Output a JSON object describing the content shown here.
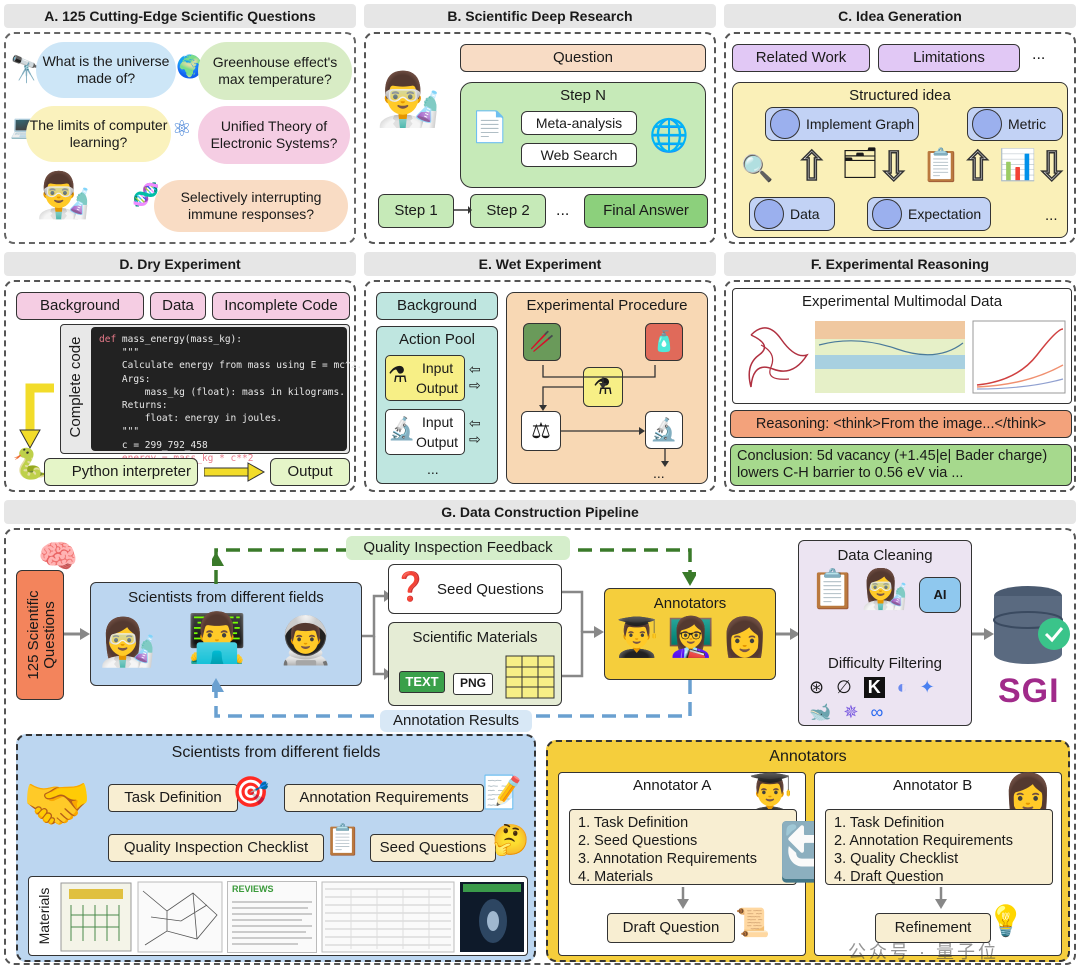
{
  "panelA": {
    "title": "A. 125 Cutting-Edge Scientific Questions",
    "q1": "What is the universe made of?",
    "q2": "Greenhouse effect's max temperature?",
    "q3": "The limits of computer learning?",
    "q4": "Unified Theory of Electronic Systems?",
    "q5": "Selectively interrupting immune responses?"
  },
  "panelB": {
    "title": "B. Scientific Deep Research",
    "question": "Question",
    "stepn": "Step N",
    "meta": "Meta-analysis",
    "web": "Web Search",
    "step1": "Step 1",
    "step2": "Step 2",
    "dots": "...",
    "final": "Final Answer"
  },
  "panelC": {
    "title": "C. Idea Generation",
    "related": "Related Work",
    "limitations": "Limitations",
    "dots": "...",
    "structured": "Structured idea",
    "implement": "Implement Graph",
    "metric": "Metric",
    "data": "Data",
    "expectation": "Expectation",
    "dots2": "..."
  },
  "panelD": {
    "title": "D. Dry Experiment",
    "background": "Background",
    "data": "Data",
    "incomplete": "Incomplete Code",
    "complete": "Complete code",
    "python": "Python interpreter",
    "output": "Output"
  },
  "panelE": {
    "title": "E. Wet Experiment",
    "background": "Background",
    "procedure": "Experimental Procedure",
    "pool": "Action Pool",
    "input": "Input",
    "output": "Output",
    "dots": "...",
    "dots2": "..."
  },
  "panelF": {
    "title": "F. Experimental Reasoning",
    "multimodal": "Experimental Multimodal Data",
    "reasoning": "Reasoning: <think>From the image...</think>",
    "conclusion": "Conclusion: 5d vacancy (+1.45|e| Bader charge) lowers C-H barrier to 0.56 eV via ..."
  },
  "panelG": {
    "title": "G. Data Construction Pipeline",
    "questions": "125 Scientific Questions",
    "scientists": "Scientists from different fields",
    "qfeedback": "Quality Inspection Feedback",
    "seed": "Seed Questions",
    "materials": "Scientific Materials",
    "text": "TEXT",
    "png": "PNG",
    "annotators": "Annotators",
    "results": "Annotation Results",
    "cleaning": "Data Cleaning",
    "difficulty": "Difficulty Filtering",
    "ai": "AI",
    "logo": "SGI"
  },
  "bottomLeft": {
    "title": "Scientists from different fields",
    "task": "Task Definition",
    "requirements": "Annotation Requirements",
    "checklist": "Quality Inspection Checklist",
    "seed": "Seed Questions",
    "materials": "Materials",
    "reviews": "REVIEWS"
  },
  "bottomRight": {
    "title": "Annotators",
    "annA": "Annotator A",
    "annB": "Annotator B",
    "listA": [
      "1. Task Definition",
      "2. Seed Questions",
      "3. Annotation Requirements",
      "4. Materials"
    ],
    "listB": [
      "1. Task Definition",
      "2. Annotation Requirements",
      "3. Quality Checklist",
      "4. Draft Question"
    ],
    "draft": "Draft Question",
    "refinement": "Refinement"
  },
  "watermark": "公众号 · 量子位"
}
